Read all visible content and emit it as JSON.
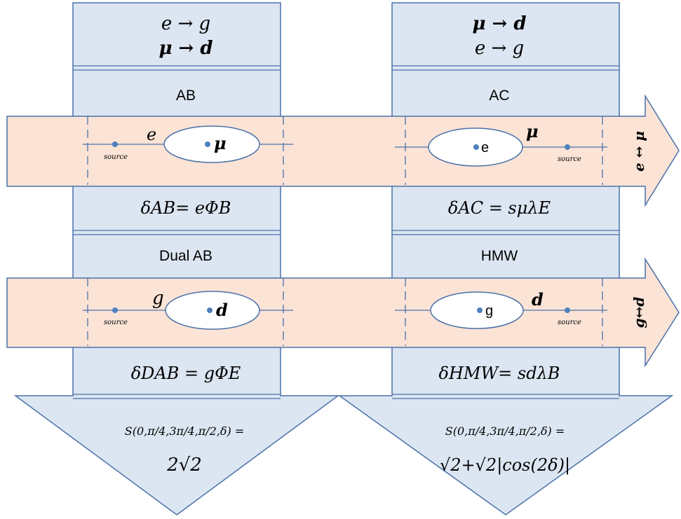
{
  "colors": {
    "blue_fill": "#dce6f2",
    "blue_stroke": "#4a71a8",
    "peach_fill": "#fbe3d6",
    "dot": "#4f81bd"
  },
  "left_column": {
    "transform_line1": "e → g",
    "transform_line2": "μ → d",
    "label_top": "AB",
    "phase_top": "δAB= eΦB",
    "label_bottom": "Dual AB",
    "phase_bottom": "δDAB = gΦE",
    "result_line1": "S(0,π/4,3π/4,π/2,δ) =",
    "result_line2": "2√2"
  },
  "right_column": {
    "transform_line1": "μ → d",
    "transform_line2": "e → g",
    "label_top": "AC",
    "phase_top": "δAC = sμλE",
    "label_bottom": "HMW",
    "phase_bottom": "δHMW= sdλB",
    "result_line1": "S(0,π/4,3π/4,π/2,δ) =",
    "result_line2": "√2+√2|cos(2δ)|"
  },
  "top_band": {
    "arrow_label": "e ↔ μ",
    "left_charge": "e",
    "left_flux": "μ",
    "right_flux": "e",
    "right_charge": "μ",
    "source": "source"
  },
  "bottom_band": {
    "arrow_label": "g↔d",
    "left_charge": "g",
    "left_flux": "d",
    "right_flux": "g",
    "right_charge": "d",
    "source": "source"
  }
}
